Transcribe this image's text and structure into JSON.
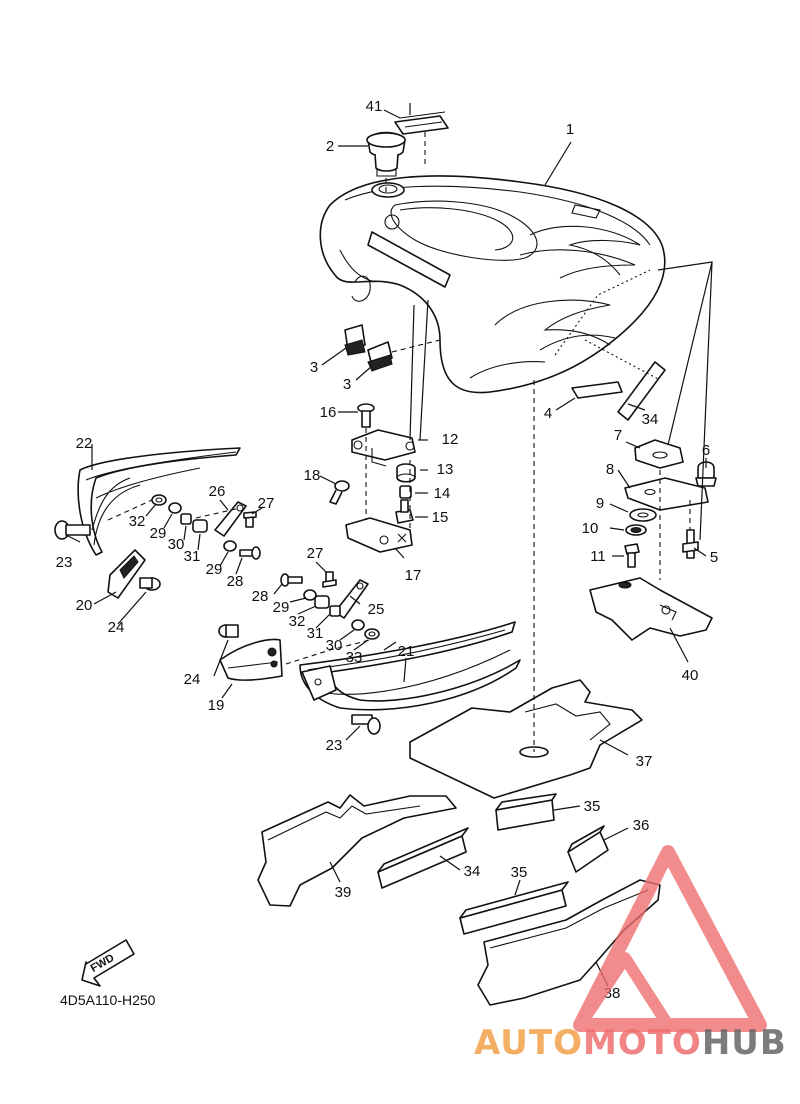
{
  "diagram": {
    "drawing_code": "4D5A110-H250",
    "forward_marker": "FWD",
    "callouts": [
      "1",
      "2",
      "3",
      "3",
      "4",
      "5",
      "6",
      "7",
      "8",
      "9",
      "10",
      "11",
      "12",
      "13",
      "14",
      "15",
      "16",
      "17",
      "18",
      "19",
      "20",
      "21",
      "22",
      "23",
      "23",
      "24",
      "24",
      "25",
      "26",
      "27",
      "27",
      "28",
      "28",
      "29",
      "29",
      "29",
      "30",
      "30",
      "31",
      "31",
      "32",
      "32",
      "33",
      "34",
      "34",
      "35",
      "35",
      "36",
      "37",
      "38",
      "39",
      "40",
      "41"
    ]
  },
  "watermark": {
    "part1": "AUTO",
    "part2": "MOTO",
    "part3": "HUB",
    "color_part1": "#f4a24a",
    "color_part2": "#ef6f6f",
    "color_part3": "#666666",
    "logo_color": "#ef6b6b"
  }
}
